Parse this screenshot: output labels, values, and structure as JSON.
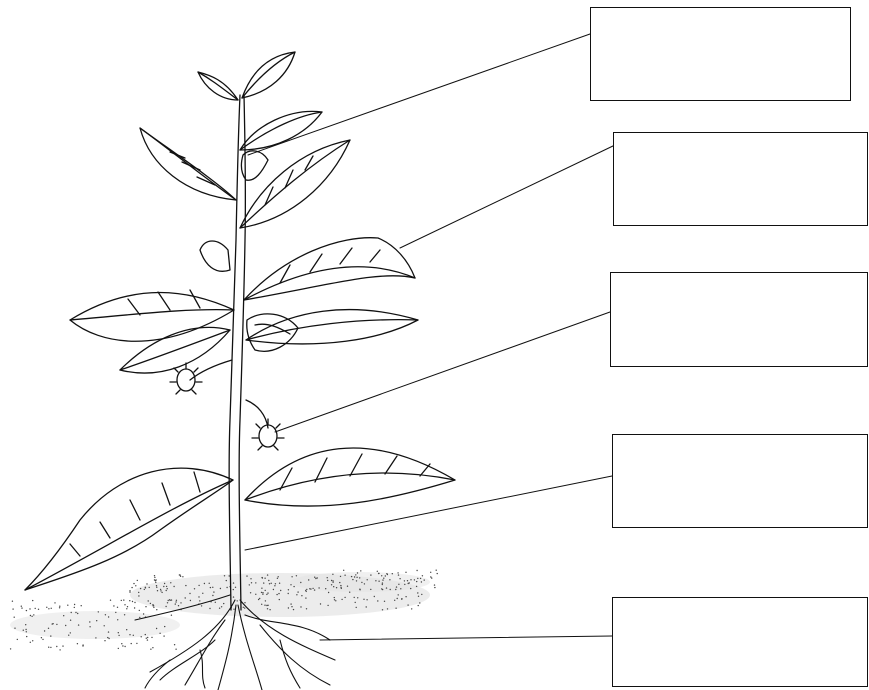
{
  "diagram": {
    "title": "",
    "colors": {
      "ink": "#111111",
      "paper": "#ffffff"
    },
    "labels": [
      {
        "id": "flower",
        "text": ""
      },
      {
        "id": "leaf",
        "text": ""
      },
      {
        "id": "fruit",
        "text": ""
      },
      {
        "id": "stem",
        "text": ""
      },
      {
        "id": "roots",
        "text": ""
      }
    ]
  }
}
